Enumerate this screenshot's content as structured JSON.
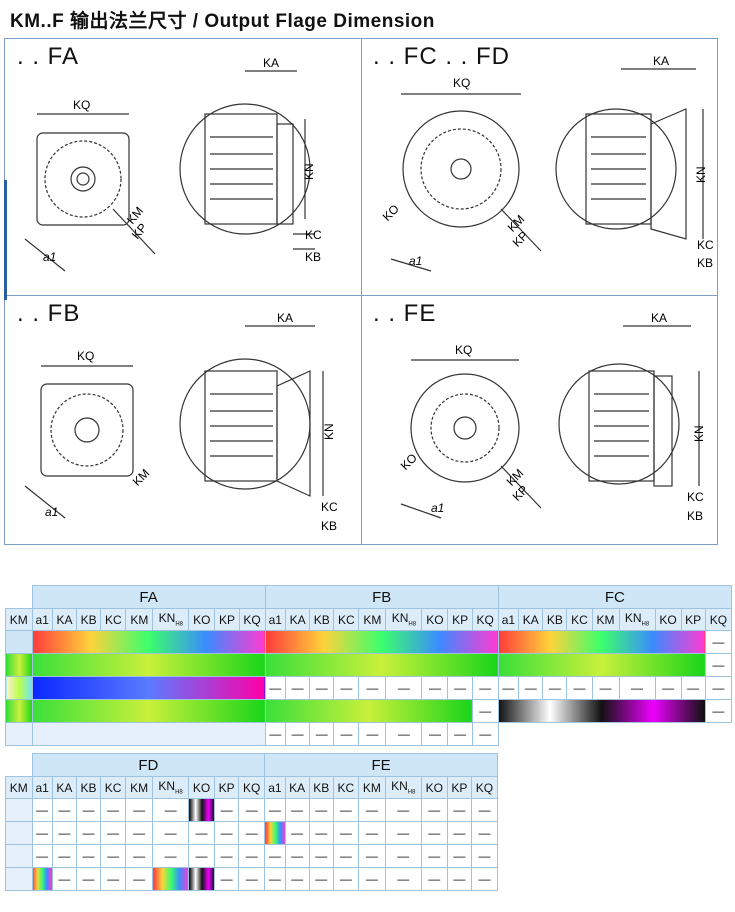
{
  "page": {
    "title": "KM..F 输出法兰尺寸 / Output Flage Dimension"
  },
  "panels": [
    {
      "id": "fa",
      "label": ". . FA",
      "dims": {
        "kq": "KQ",
        "ka": "KA",
        "kn": "KN",
        "kc": "KC",
        "kb": "KB",
        "km": "KM",
        "kp": "KP",
        "a1": "a1"
      }
    },
    {
      "id": "fcfd",
      "label": ". . FC . . FD",
      "dims": {
        "kq": "KQ",
        "ka": "KA",
        "kn": "KN",
        "kc": "KC",
        "kb": "KB",
        "km": "KM",
        "kp": "KP",
        "a1": "a1",
        "ko": "KO"
      }
    },
    {
      "id": "fb",
      "label": ". . FB",
      "dims": {
        "kq": "KQ",
        "ka": "KA",
        "kn": "KN",
        "kc": "KC",
        "kb": "KB",
        "km": "KM",
        "a1": "a1"
      }
    },
    {
      "id": "fe",
      "label": ". . FE",
      "dims": {
        "kq": "KQ",
        "ka": "KA",
        "kn": "KN",
        "kc": "KC",
        "kb": "KB",
        "km": "KM",
        "kp": "KP",
        "a1": "a1",
        "ko": "KO"
      }
    }
  ],
  "table1": {
    "groups": [
      "FA",
      "FB",
      "FC"
    ],
    "km_header": "KM",
    "columns": [
      "a1",
      "KA",
      "KB",
      "KC",
      "KM",
      "KN",
      "KO",
      "KP",
      "KQ"
    ],
    "kn_sub": "H8",
    "dash": "—"
  },
  "table2": {
    "groups": [
      "FD",
      "FE"
    ],
    "km_header": "KM",
    "columns_fd": [
      "a1",
      "KA",
      "KB",
      "KC",
      "KM",
      "KN",
      "KO",
      "KP",
      "KQ"
    ],
    "columns_fe": [
      "a1",
      "KA",
      "KB",
      "KC",
      "KM",
      "KN",
      "KO",
      "KP",
      "KQ"
    ],
    "kn_sub": "H8",
    "dash": "—"
  },
  "colors": {
    "border": "#7aa0c8",
    "header_bg": "#cfe6f6",
    "accent": "#2a5e9c"
  }
}
